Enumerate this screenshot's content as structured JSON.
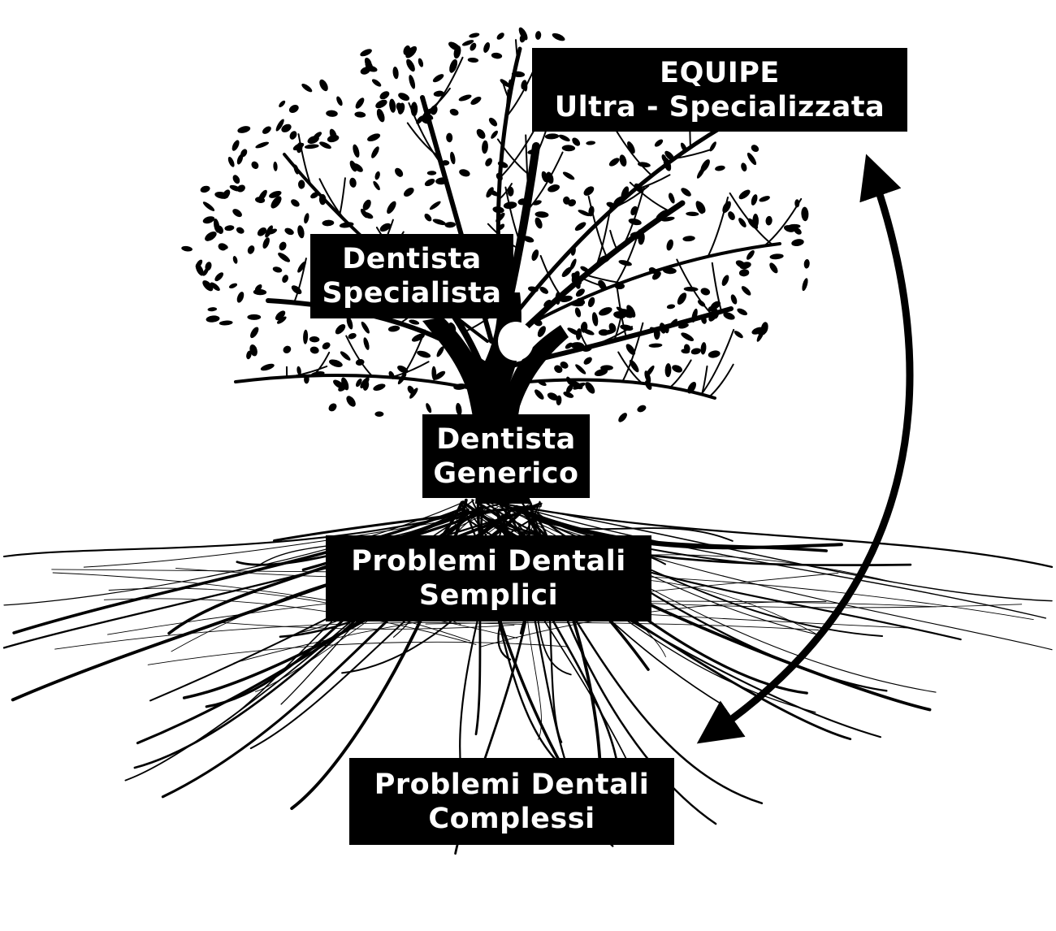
{
  "diagram": {
    "nodes": [
      {
        "id": "equipe",
        "lines": [
          "EQUIPE",
          "Ultra - Specializzata"
        ]
      },
      {
        "id": "specialista",
        "lines": [
          "Dentista",
          "Specialista"
        ]
      },
      {
        "id": "generico",
        "lines": [
          "Dentista",
          "Generico"
        ]
      },
      {
        "id": "semplici",
        "lines": [
          "Problemi Dentali",
          "Semplici"
        ]
      },
      {
        "id": "complessi",
        "lines": [
          "Problemi Dentali",
          "Complessi"
        ]
      }
    ],
    "connections": [
      {
        "from": "complessi",
        "to": "equipe",
        "type": "double-headed-arrow"
      }
    ],
    "colors": {
      "ink": "#000000",
      "label_text": "#ffffff",
      "background": "#ffffff"
    },
    "illustration": "tree-with-leaves-and-roots"
  }
}
